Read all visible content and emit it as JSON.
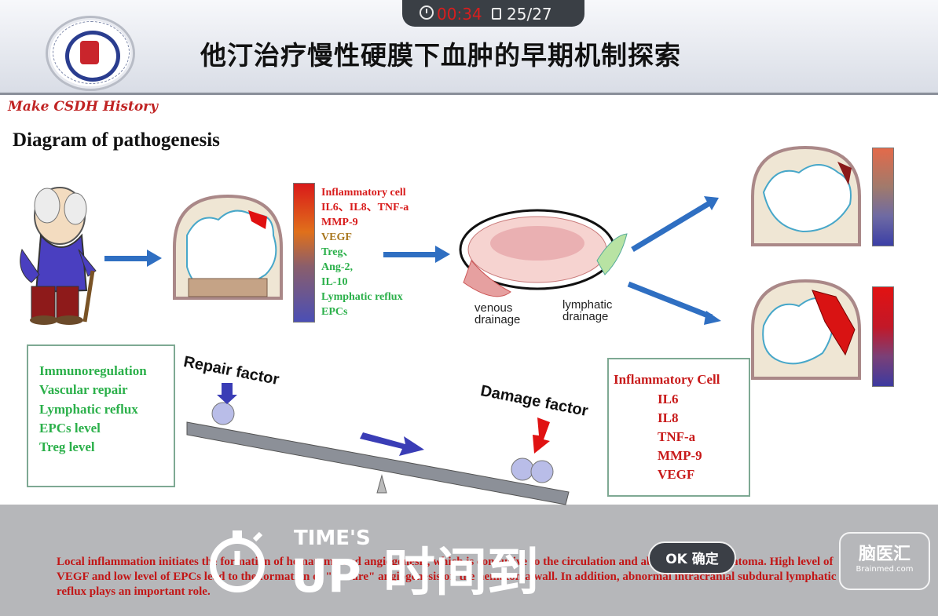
{
  "topbar": {
    "timer": "00:34",
    "page_counter": "25/27"
  },
  "slide": {
    "title": "他汀治疗慢性硬膜下血肿的早期机制探索",
    "brand": "Make CSDH History",
    "diagram_title": "Diagram of pathogenesis",
    "mediator_list": [
      {
        "text": "Inflammatory cell",
        "color": "#d81c1c"
      },
      {
        "text": "IL6、IL8、TNF-a",
        "color": "#d81c1c"
      },
      {
        "text": "MMP-9",
        "color": "#d81c1c"
      },
      {
        "text": "VEGF",
        "color": "#a9781f"
      },
      {
        "text": "Treg、",
        "color": "#2bb04a"
      },
      {
        "text": "Ang-2,",
        "color": "#2bb04a"
      },
      {
        "text": "IL-10",
        "color": "#2bb04a"
      },
      {
        "text": "Lymphatic reflux",
        "color": "#2bb04a"
      },
      {
        "text": "EPCs",
        "color": "#2bb04a"
      }
    ],
    "venous_label": [
      "venous",
      "drainage"
    ],
    "lymphatic_label": [
      "lymphatic",
      "drainage"
    ],
    "repair_factor": "Repair factor",
    "damage_factor": "Damage factor",
    "repair_items": [
      "Immunoregulation",
      "Vascular repair",
      "Lymphatic reflux",
      "EPCs level",
      "Treg level"
    ],
    "damage_items": [
      "Inflammatory Cell",
      "IL6",
      "IL8",
      "TNF-a",
      "MMP-9",
      "VEGF"
    ],
    "caption": [
      "Local inflammation initiates the formation of hematoma and angiogenesis, which is conducive to the circulation and absorption of hematoma. High level of VEGF and low level of EPCs lead to the formation of \"mature\" angiogenesis on the hematoma wall. In addition, abnormal intracranial subdural lymphatic reflux plays an important role."
    ]
  },
  "overlay": {
    "times_label": "TIME'S",
    "up_label": "UP",
    "chinese_label": "时间到",
    "ok_button": "OK 确定",
    "watermark_cn": "脑医汇",
    "watermark_en": "Brainmed.com"
  },
  "colors": {
    "red": "#c81a1a",
    "green": "#2bb04a",
    "arrow_blue": "#2f6fc2"
  }
}
